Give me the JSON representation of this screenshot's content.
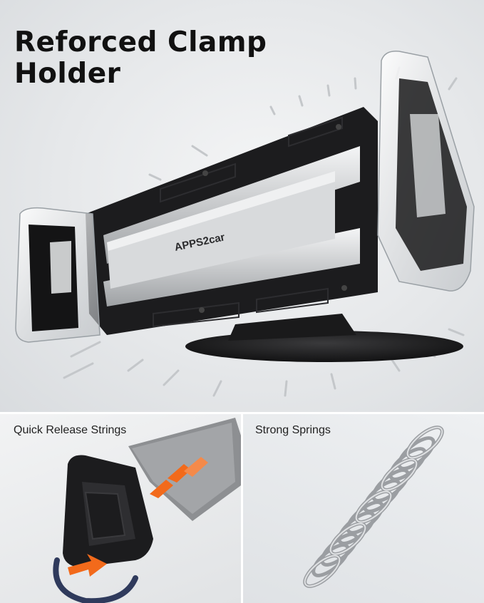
{
  "hero": {
    "title_line1": "Reforced Clamp",
    "title_line2": "Holder",
    "brand_text": "APPS2car"
  },
  "panels": [
    {
      "label": "Quick Release Strings"
    },
    {
      "label": "Strong Springs"
    }
  ],
  "colors": {
    "accent": "#f26a1b",
    "body_black": "#1c1c1e",
    "steel": "#c9cbcd",
    "background": "#e6e8ea"
  }
}
